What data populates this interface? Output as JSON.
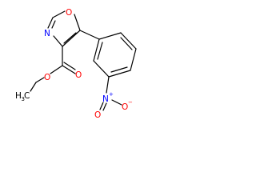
{
  "molecule": {
    "atoms": {
      "ring_o": "O",
      "ring_n": "N",
      "ester_o_carbonyl": "O",
      "ester_o_single": "O",
      "methyl_h": "H",
      "methyl_h_sub": "3",
      "methyl_c": "C",
      "nitro_n": "N",
      "nitro_n_charge": "+",
      "nitro_o_double": "O",
      "nitro_o_single": "O",
      "nitro_o_charge": "−"
    },
    "colors": {
      "oxygen": "#ff0000",
      "nitrogen": "#0000ff",
      "bond": "#000000",
      "background": "#ffffff"
    }
  }
}
